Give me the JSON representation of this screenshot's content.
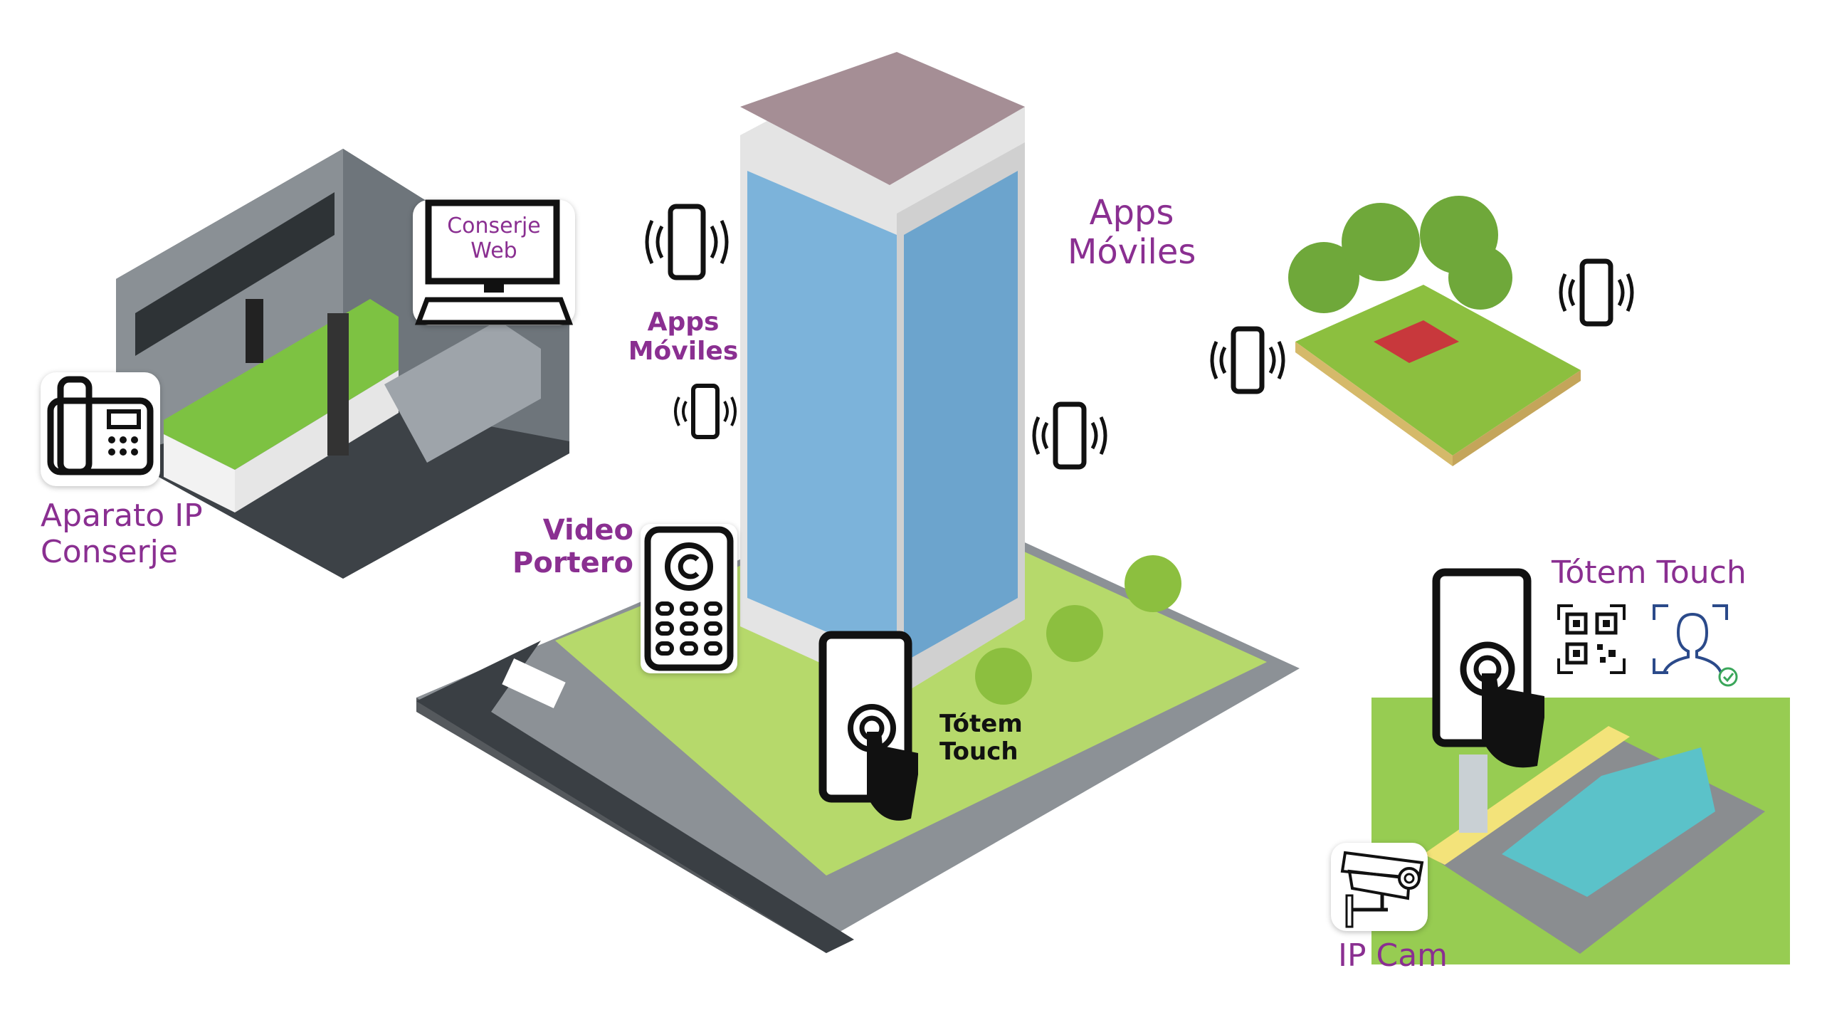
{
  "labels": {
    "conserje_web": [
      "Conserje",
      "Web"
    ],
    "aparato_ip": [
      "Aparato IP",
      "Conserje"
    ],
    "apps_moviles_left": [
      "Apps",
      "Móviles"
    ],
    "apps_moviles_right": [
      "Apps",
      "Móviles"
    ],
    "video_portero": [
      "Video",
      "Portero"
    ],
    "totem_center": [
      "Tótem",
      "Touch"
    ],
    "totem_right": "Tótem Touch",
    "ip_cam": "IP Cam"
  },
  "colors": {
    "label_purple": "#8a2f91",
    "grass": "#8cc63f",
    "road": "#3a3f44",
    "roof": "#a58e95",
    "window": "#6aaad8"
  }
}
